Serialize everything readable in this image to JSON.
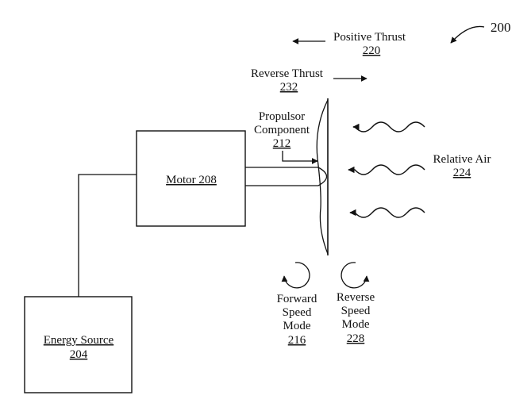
{
  "figure_ref": "200",
  "positive_thrust": {
    "label": "Positive Thrust",
    "ref": "220"
  },
  "reverse_thrust": {
    "label": "Reverse Thrust",
    "ref": "232"
  },
  "propulsor": {
    "line1": "Propulsor",
    "line2": "Component",
    "ref": "212"
  },
  "relative_air": {
    "label": "Relative Air",
    "ref": "224"
  },
  "motor": {
    "label": "Motor 208"
  },
  "energy_source": {
    "label": "Energy Source",
    "ref": "204"
  },
  "forward_mode": {
    "line1": "Forward",
    "line2": "Speed",
    "line3": "Mode",
    "ref": "216"
  },
  "reverse_mode": {
    "line1": "Reverse",
    "line2": "Speed",
    "line3": "Mode",
    "ref": "228"
  }
}
